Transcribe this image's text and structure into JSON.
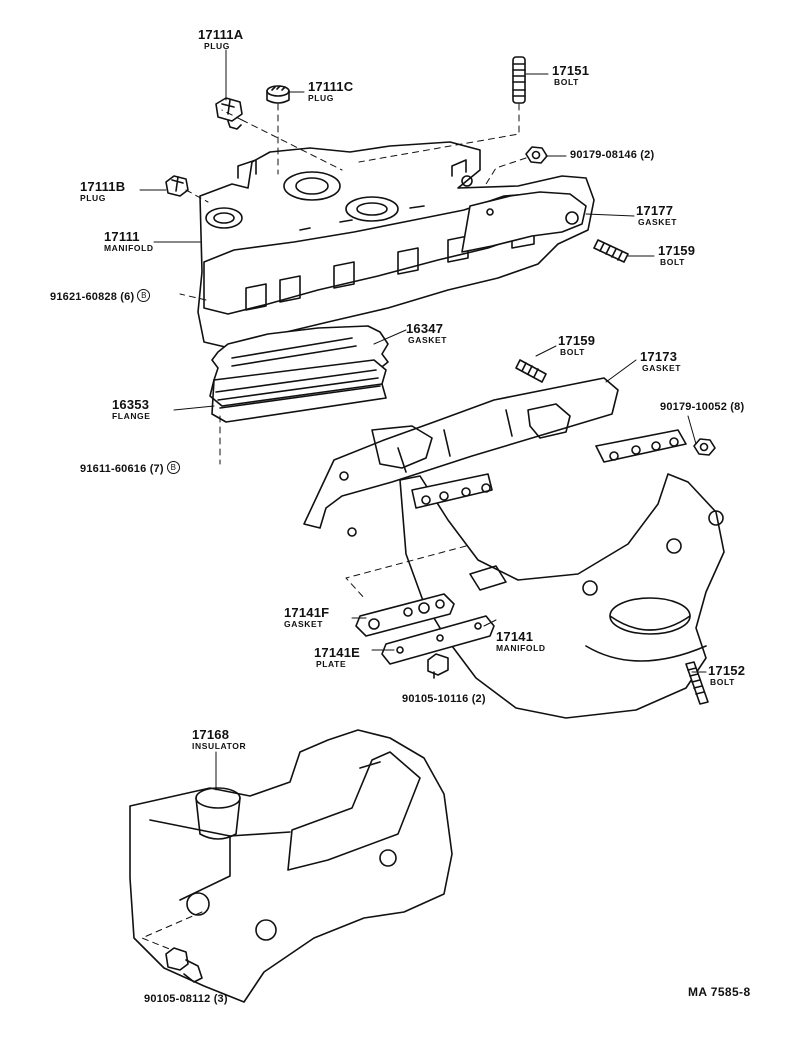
{
  "parts": [
    {
      "id": "p17111a",
      "number": "17111A",
      "name": "PLUG"
    },
    {
      "id": "p17111c",
      "number": "17111C",
      "name": "PLUG"
    },
    {
      "id": "p17151",
      "number": "17151",
      "name": "BOLT"
    },
    {
      "id": "p90179_08146",
      "number": "90179-08146 (2)",
      "name": ""
    },
    {
      "id": "p17111b",
      "number": "17111B",
      "name": "PLUG"
    },
    {
      "id": "p17177",
      "number": "17177",
      "name": "GASKET"
    },
    {
      "id": "p17111",
      "number": "17111",
      "name": "MANIFOLD"
    },
    {
      "id": "p17159a",
      "number": "17159",
      "name": "BOLT"
    },
    {
      "id": "p91621",
      "number": "91621-60828 (6)",
      "name": "",
      "ref": "B"
    },
    {
      "id": "p16347",
      "number": "16347",
      "name": "GASKET"
    },
    {
      "id": "p17159b",
      "number": "17159",
      "name": "BOLT"
    },
    {
      "id": "p17173",
      "number": "17173",
      "name": "GASKET"
    },
    {
      "id": "p16353",
      "number": "16353",
      "name": "FLANGE"
    },
    {
      "id": "p90179_10052",
      "number": "90179-10052 (8)",
      "name": ""
    },
    {
      "id": "p91611",
      "number": "91611-60616 (7)",
      "name": "",
      "ref": "B"
    },
    {
      "id": "p17141f",
      "number": "17141F",
      "name": "GASKET"
    },
    {
      "id": "p17141",
      "number": "17141",
      "name": "MANIFOLD"
    },
    {
      "id": "p17141e",
      "number": "17141E",
      "name": "PLATE"
    },
    {
      "id": "p17152",
      "number": "17152",
      "name": "BOLT"
    },
    {
      "id": "p90105_10116",
      "number": "90105-10116 (2)",
      "name": ""
    },
    {
      "id": "p17168",
      "number": "17168",
      "name": "INSULATOR"
    },
    {
      "id": "p90105_08112",
      "number": "90105-08112 (3)",
      "name": ""
    }
  ],
  "drawing_code": "MA 7585-8",
  "colors": {
    "ink": "#111111",
    "paper": "#ffffff"
  }
}
